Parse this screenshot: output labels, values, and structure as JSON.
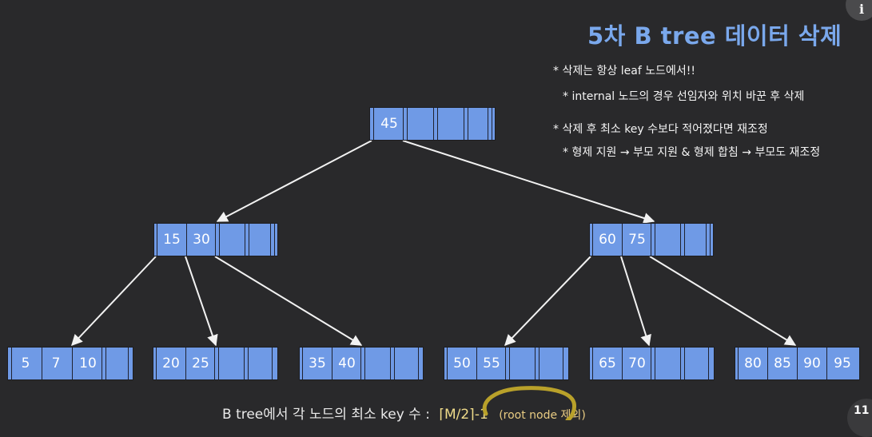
{
  "title": "5차 B tree 데이터 삭제",
  "notes": [
    "* 삭제는 항상 leaf 노드에서!!",
    "* internal 노드의 경우 선임자와 위치 바꾼 후 삭제",
    "* 삭제 후 최소 key 수보다 적어졌다면 재조정",
    "* 형제 지원 → 부모 지원 & 형제 합침 → 부모도 재조정"
  ],
  "bottom": {
    "text": "B tree에서 각 노드의 최소 key 수 :",
    "formula": "⌈M/2⌉-1",
    "note": "(root node 제외)"
  },
  "info_icon": "i",
  "corner_badge": "11",
  "colors": {
    "background": "#29292b",
    "node": "#6f9ae6",
    "title": "#7aa8ec",
    "highlight_circle": "#b9a12a"
  },
  "tree": {
    "root": {
      "keys": [
        "45"
      ]
    },
    "level1": [
      {
        "keys": [
          "15",
          "30"
        ]
      },
      {
        "keys": [
          "60",
          "75"
        ]
      }
    ],
    "leaves": [
      {
        "keys": [
          "5",
          "7",
          "10"
        ]
      },
      {
        "keys": [
          "20",
          "25"
        ]
      },
      {
        "keys": [
          "35",
          "40"
        ]
      },
      {
        "keys": [
          "50",
          "55"
        ]
      },
      {
        "keys": [
          "65",
          "70"
        ]
      },
      {
        "keys": [
          "80",
          "85",
          "90",
          "95"
        ]
      }
    ]
  }
}
